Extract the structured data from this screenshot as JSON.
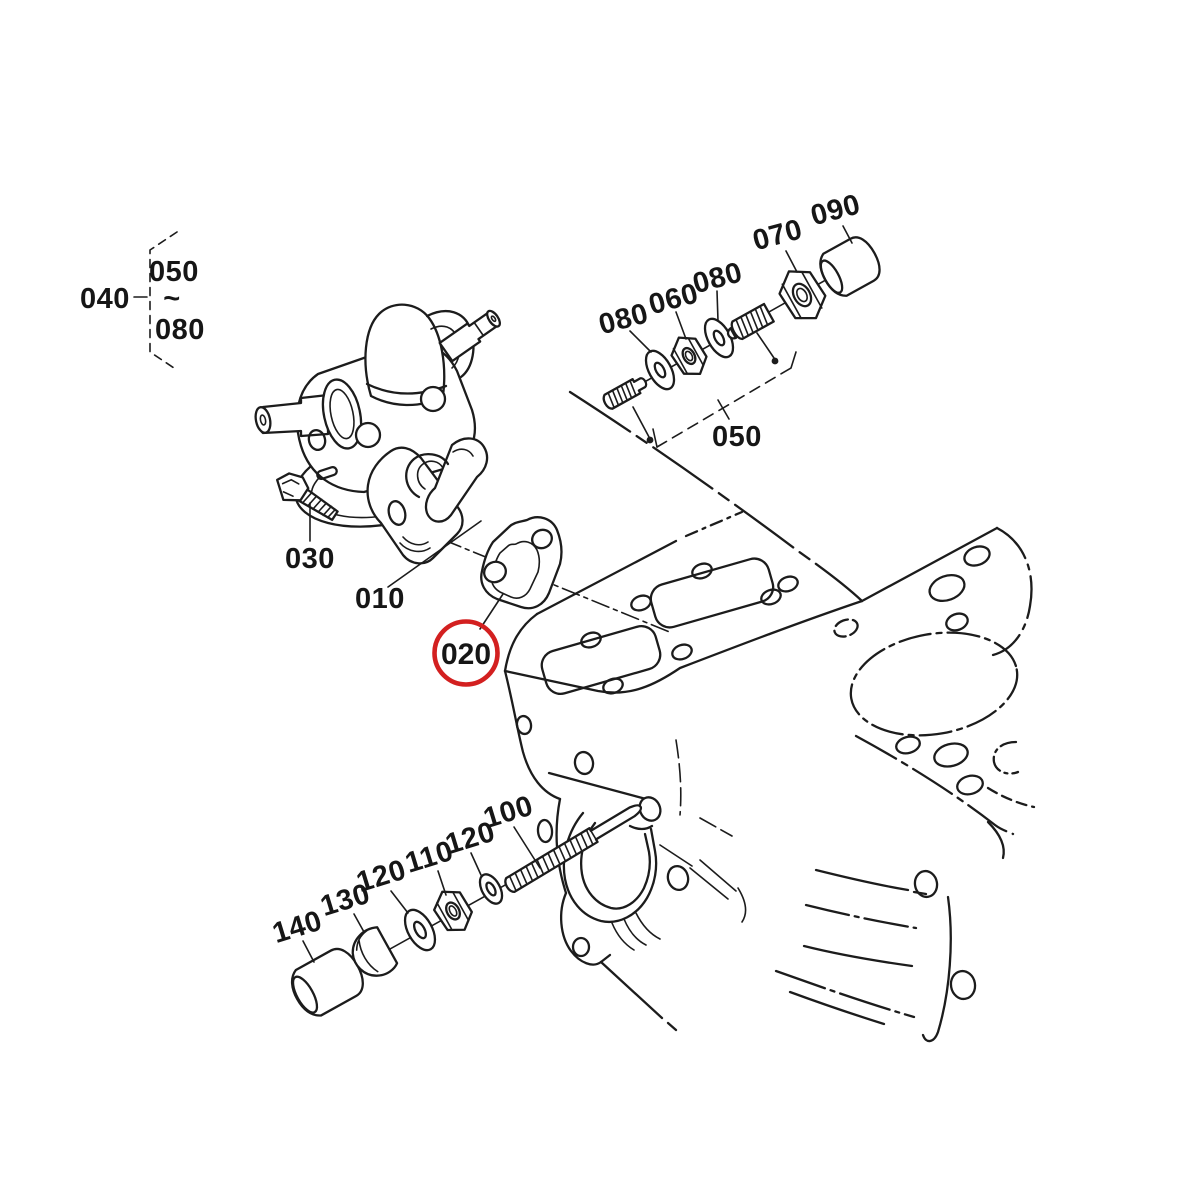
{
  "diagram": {
    "kind": "exploded-parts-diagram",
    "subject": "fuel pump assembly",
    "background_color": "#ffffff",
    "line_color": "#1c1c1c",
    "highlight": {
      "part": "020",
      "color": "#d32020"
    },
    "ref_group": {
      "label": "040",
      "range_start": "050",
      "tilde": "~",
      "range_end": "080"
    },
    "callouts": {
      "c040": "040",
      "c050_range_start": "050",
      "tilde": "~",
      "c080_range_end": "080",
      "c080_washer_a": "080",
      "c060": "060",
      "c080_washer_b": "080",
      "c070": "070",
      "c090": "090",
      "c050_group": "050",
      "c030": "030",
      "c010": "010",
      "c020": "020",
      "c100": "100",
      "c120_a": "120",
      "c110": "110",
      "c120_b": "120",
      "c130": "130",
      "c140": "140"
    }
  }
}
